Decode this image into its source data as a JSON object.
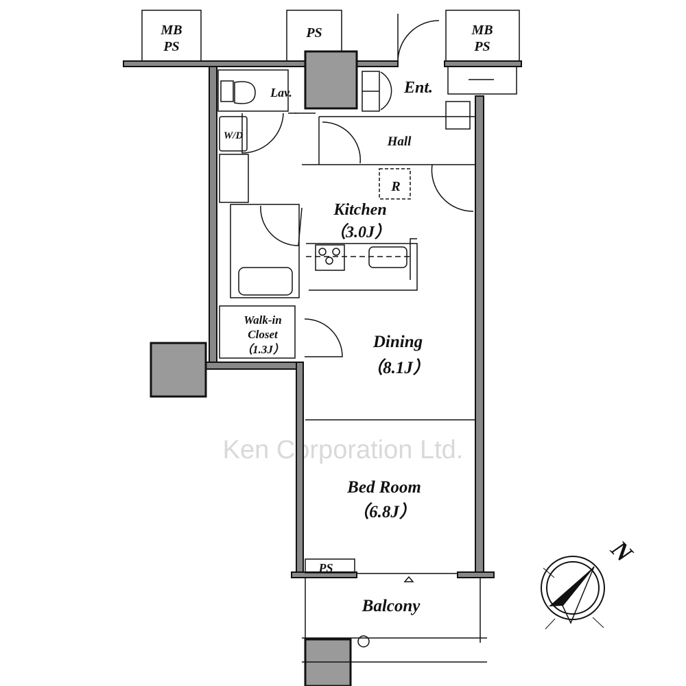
{
  "watermark": "Ken Corporation Ltd.",
  "rooms": {
    "mbps_left": [
      "MB",
      "PS"
    ],
    "ps_top": "PS",
    "mbps_right": [
      "MB",
      "PS"
    ],
    "lavatory": "Lav.",
    "entrance": "Ent.",
    "washer_dryer": "W/D",
    "hall": "Hall",
    "refrigerator": "R",
    "kitchen": {
      "name": "Kitchen",
      "size": "（3.0J）"
    },
    "walk_in_closet": {
      "name": [
        "Walk-in",
        "Closet"
      ],
      "size": "（1.3J）"
    },
    "dining": {
      "name": "Dining",
      "size": "（8.1J）"
    },
    "bedroom": {
      "name": "Bed Room",
      "size": "（6.8J）"
    },
    "ps_bedroom": "PS",
    "balcony": "Balcony"
  },
  "compass": {
    "label": "N"
  },
  "colors": {
    "wall": "#888888",
    "column": "#9a9a9a",
    "line": "#111111"
  }
}
